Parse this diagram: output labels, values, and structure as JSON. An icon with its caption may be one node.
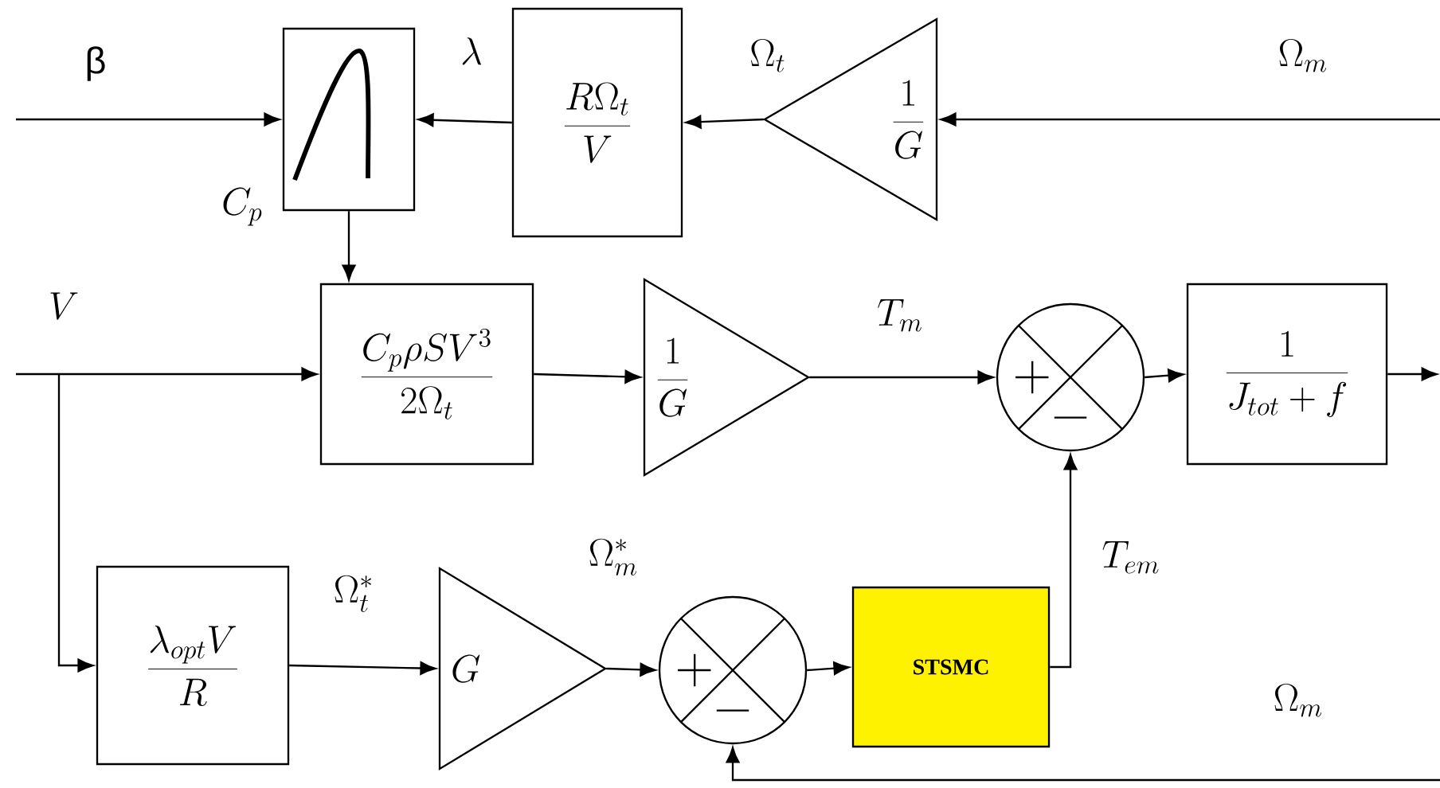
{
  "diagram": {
    "nodes": [
      {
        "text": [],
        "shape": "box"
      },
      {
        "text": [
          "\\frac{R\\Omega_t}{V}"
        ]
      },
      {
        "text": [
          "\\frac{1}{G}"
        ]
      },
      {
        "text": [
          "\\frac{C_p\\rho S V^3}{2\\Omega_t}"
        ]
      },
      {
        "text": [
          "\\frac{1}{G}"
        ]
      },
      {
        "text": [],
        "shape": "circle"
      },
      {
        "text": [
          "\\frac{1}{J_{tot}+f}"
        ]
      },
      {
        "text": [
          "\\frac{\\lambda_{opt}V}{R}"
        ]
      },
      {
        "text": [
          "G"
        ]
      },
      {
        "text": [],
        "shape": "circle"
      },
      {
        "text": [
          "STSMC"
        ]
      }
    ],
    "edges": [
      {
        "from": null,
        "to": 2,
        "arrow": "to",
        "label": "\\Omega_m"
      },
      {
        "from": 2,
        "to": 1,
        "arrow": "to",
        "label": "\\Omega_t"
      },
      {
        "from": 1,
        "to": 0,
        "arrow": "to",
        "label": "\\lambda"
      },
      {
        "from": null,
        "to": 0,
        "arrow": "to",
        "label": "β"
      },
      {
        "from": 0,
        "to": 3,
        "arrow": "to",
        "label": "C_p"
      },
      {
        "from": null,
        "to": 3,
        "arrow": "to",
        "label": "V"
      },
      {
        "from": null,
        "to": 7,
        "arrow": "to"
      },
      {
        "from": 3,
        "to": 4,
        "arrow": "to"
      },
      {
        "from": 4,
        "to": 5,
        "arrow": "to",
        "label": "T_m"
      },
      {
        "from": 5,
        "to": 6,
        "arrow": "to"
      },
      {
        "from": 6,
        "to": null,
        "arrow": "to"
      },
      {
        "from": 7,
        "to": 8,
        "arrow": "to",
        "label": "\\Omega_t^*"
      },
      {
        "from": 8,
        "to": 9,
        "arrow": "to",
        "label": "\\Omega_m^*"
      },
      {
        "from": 9,
        "to": 10,
        "arrow": "to"
      },
      {
        "from": 10,
        "to": 5,
        "arrow": "to",
        "label": "T_{em}"
      },
      {
        "from": null,
        "to": 9,
        "arrow": "to",
        "label": "\\Omega_m"
      }
    ]
  }
}
